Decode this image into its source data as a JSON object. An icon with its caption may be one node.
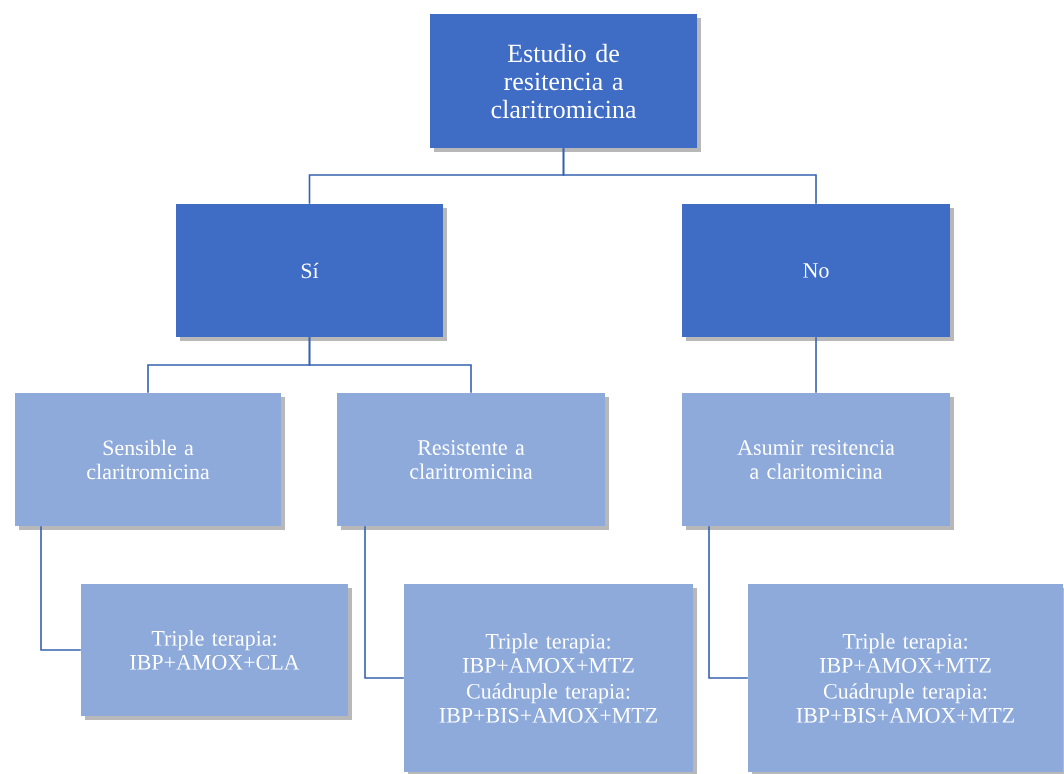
{
  "diagram": {
    "nodes": [
      {
        "text": [
          "Estudio de resitencia a claritromicina"
        ]
      },
      {
        "text": [
          "Sí"
        ]
      },
      {
        "text": [
          "No"
        ]
      },
      {
        "text": [
          "Sensible a claritromicina"
        ]
      },
      {
        "text": [
          "Resistente a claritromicina"
        ]
      },
      {
        "text": [
          "Asumir resitencia a claritomicina"
        ]
      },
      {
        "text": [
          "Triple terapia: IBP+AMOX+CLA"
        ]
      },
      {
        "text": [
          "Triple terapia: IBP+AMOX+MTZ",
          "Cuádruple terapia: IBP+BIS+AMOX+MTZ"
        ]
      },
      {
        "text": [
          "Triple terapia: IBP+AMOX+MTZ",
          "Cuádruple terapia: IBP+BIS+AMOX+MTZ"
        ]
      }
    ],
    "edges": [
      {
        "from": 0,
        "to": 1,
        "arrow": "none"
      },
      {
        "from": 0,
        "to": 2,
        "arrow": "none"
      },
      {
        "from": 1,
        "to": 3,
        "arrow": "none"
      },
      {
        "from": 1,
        "to": 4,
        "arrow": "none"
      },
      {
        "from": 2,
        "to": 5,
        "arrow": "none"
      },
      {
        "from": 3,
        "to": 6,
        "arrow": "none"
      },
      {
        "from": 4,
        "to": 7,
        "arrow": "none"
      },
      {
        "from": 5,
        "to": 8,
        "arrow": "none"
      }
    ]
  }
}
